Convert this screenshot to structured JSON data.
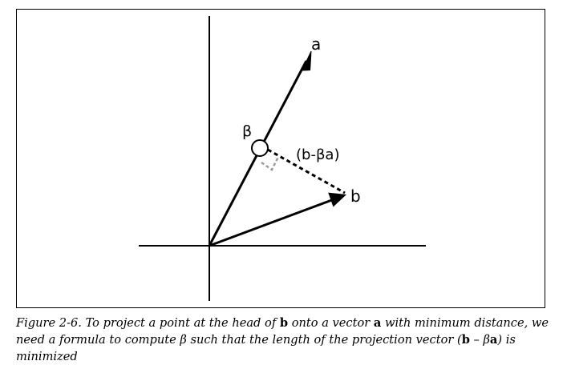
{
  "diagram": {
    "labels": {
      "vector_a": "a",
      "vector_b": "b",
      "beta": "β",
      "projection": "(b-βa)"
    },
    "colors": {
      "ink": "#000000",
      "right_angle_marker": "#9a9a9a",
      "projection_point_fill": "#ffffff"
    }
  },
  "caption": {
    "figure_label": "Figure 2-6.",
    "segments": [
      {
        "text": " To project a point at the head of ",
        "style": "italic"
      },
      {
        "text": "b",
        "style": "bold"
      },
      {
        "text": " onto a vector ",
        "style": "italic"
      },
      {
        "text": "a",
        "style": "bold"
      },
      {
        "text": " with minimum distance, we need a formula to compute ",
        "style": "italic"
      },
      {
        "text": "β",
        "style": "italic"
      },
      {
        "text": " such that the length of the projection vector (",
        "style": "italic"
      },
      {
        "text": "b",
        "style": "bold"
      },
      {
        "text": " – ",
        "style": "plain"
      },
      {
        "text": "β",
        "style": "italic"
      },
      {
        "text": "a",
        "style": "bold"
      },
      {
        "text": ") is minimized",
        "style": "italic"
      }
    ]
  }
}
